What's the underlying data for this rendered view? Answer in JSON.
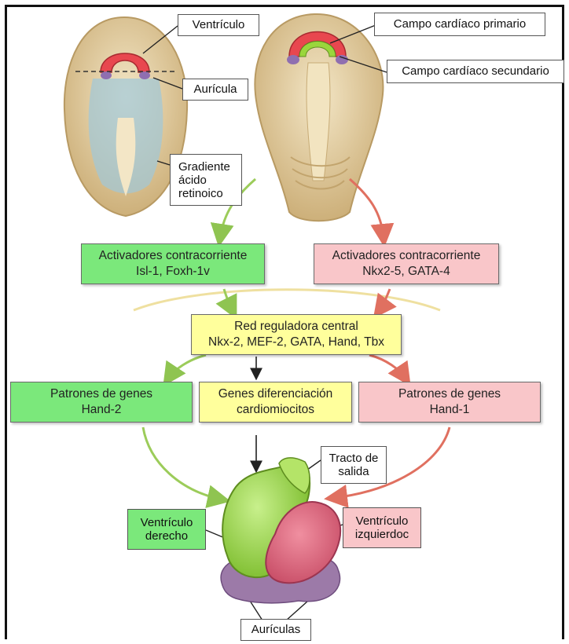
{
  "labels": {
    "ventriculo": "Ventrículo",
    "auricula": "Aurícula",
    "gradiente": "Gradiente\nácido\nretinoico",
    "campo_primario": "Campo cardíaco primario",
    "campo_secundario": "Campo cardíaco secundario",
    "tracto": "Tracto de\nsalida",
    "ventriculo_derecho": "Ventrículo\nderecho",
    "ventriculo_izquierdo": "Ventrículo\nizquierdoc",
    "auriculas": "Aurículas"
  },
  "boxes": {
    "activadores_left": {
      "line1": "Activadores contracorriente",
      "line2": "Isl-1, Foxh-1v"
    },
    "activadores_right": {
      "line1": "Activadores contracorriente",
      "line2": "Nkx2-5, GATA-4"
    },
    "red_central": {
      "line1": "Red reguladora central",
      "line2": "Nkx-2, MEF-2, GATA, Hand, Tbx"
    },
    "patrones_left": {
      "line1": "Patrones de genes",
      "line2": "Hand-2"
    },
    "genes_dif": {
      "line1": "Genes diferenciación",
      "line2": "cardiomiocitos"
    },
    "patrones_right": {
      "line1": "Patrones de genes",
      "line2": "Hand-1"
    }
  },
  "colors": {
    "green_box": "#7be87b",
    "pink_box": "#f9c6c9",
    "yellow_box": "#ffff9c",
    "green_arrow": "#9ccc5a",
    "red_arrow": "#e07060",
    "embryo": "#e6d3a8",
    "heart_red": "#e8474f",
    "heart_green": "#9ad63c",
    "purple": "#8f6fb0"
  }
}
